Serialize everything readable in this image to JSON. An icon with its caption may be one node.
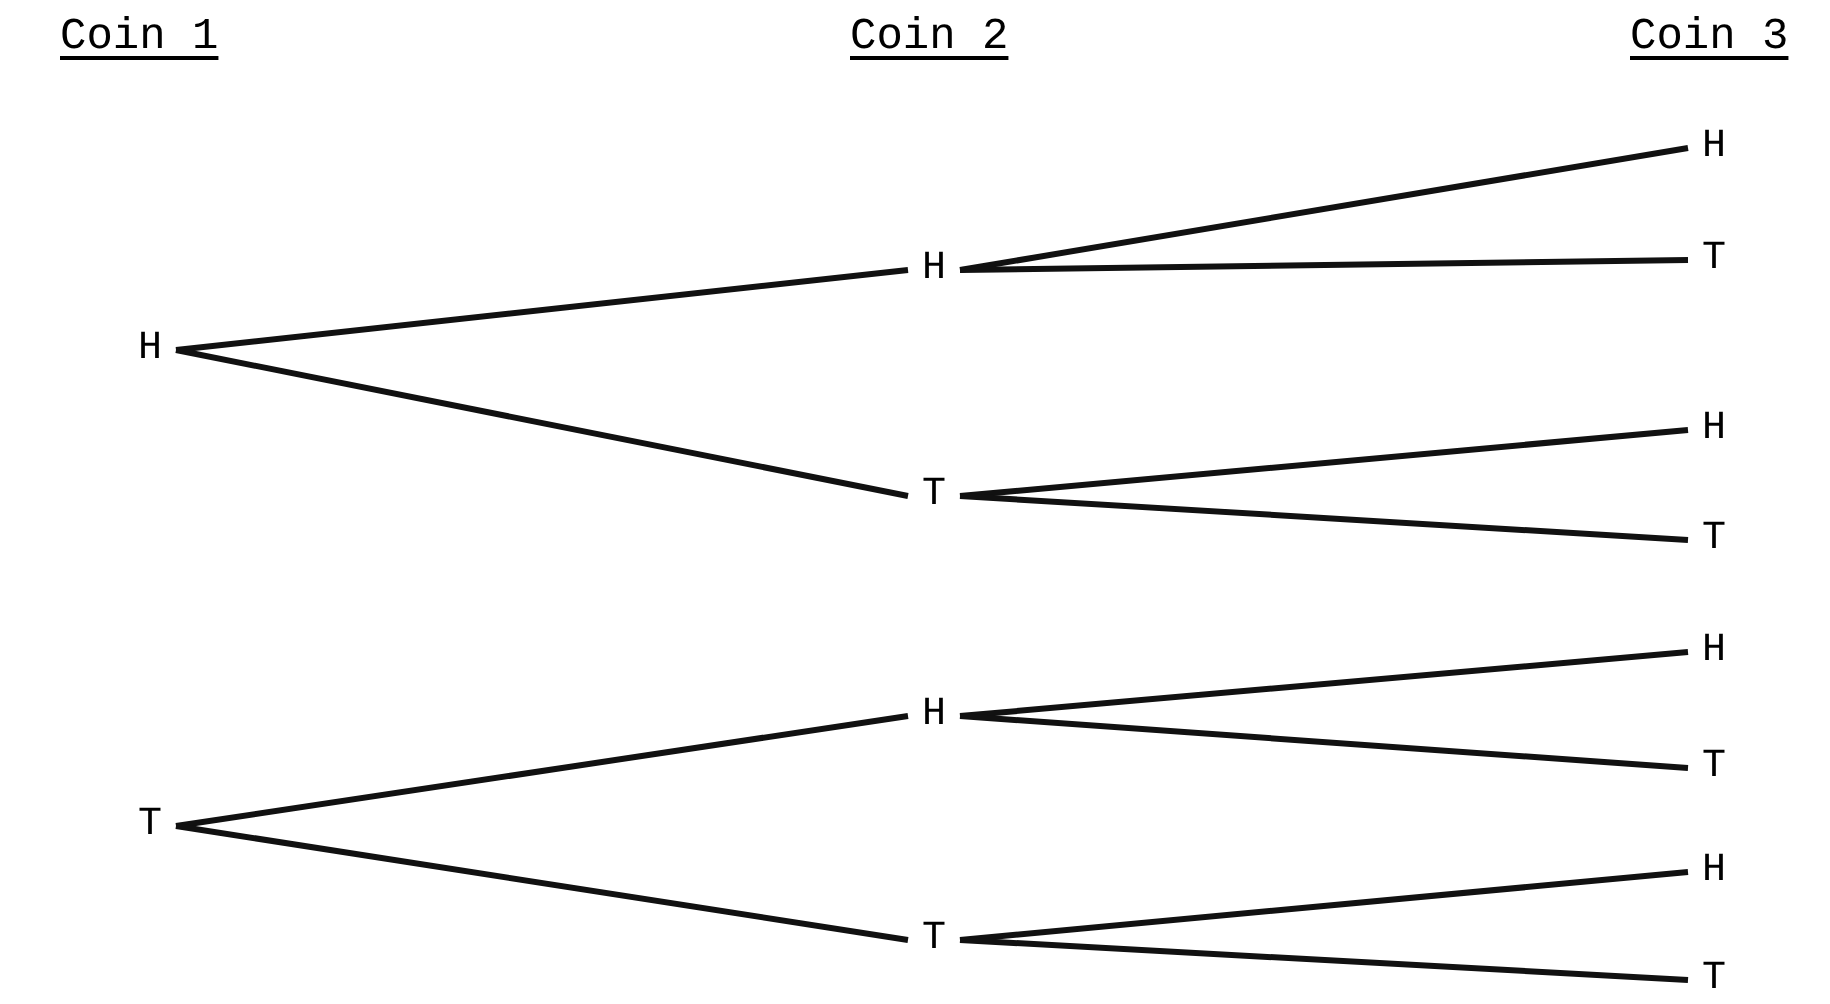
{
  "diagram": {
    "nodes": [
      {
        "text": [
          "H"
        ]
      },
      {
        "text": [
          "T"
        ]
      },
      {
        "text": [
          "H"
        ]
      },
      {
        "text": [
          "T"
        ]
      },
      {
        "text": [
          "H"
        ]
      },
      {
        "text": [
          "T"
        ]
      },
      {
        "text": [
          "H"
        ]
      },
      {
        "text": [
          "T"
        ]
      },
      {
        "text": [
          "H"
        ]
      },
      {
        "text": [
          "T"
        ]
      },
      {
        "text": [
          "H"
        ]
      },
      {
        "text": [
          "T"
        ]
      },
      {
        "text": [
          "H"
        ]
      },
      {
        "text": [
          "T"
        ]
      }
    ],
    "edges": [
      {
        "from": 0,
        "to": 2,
        "arrow": "none"
      },
      {
        "from": 0,
        "to": 3,
        "arrow": "none"
      },
      {
        "from": 1,
        "to": 4,
        "arrow": "none"
      },
      {
        "from": 1,
        "to": 5,
        "arrow": "none"
      },
      {
        "from": 2,
        "to": 6,
        "arrow": "none"
      },
      {
        "from": 2,
        "to": 7,
        "arrow": "none"
      },
      {
        "from": 3,
        "to": 8,
        "arrow": "none"
      },
      {
        "from": 3,
        "to": 9,
        "arrow": "none"
      },
      {
        "from": 4,
        "to": 10,
        "arrow": "none"
      },
      {
        "from": 4,
        "to": 11,
        "arrow": "none"
      },
      {
        "from": 5,
        "to": 12,
        "arrow": "none"
      },
      {
        "from": 5,
        "to": 13,
        "arrow": "none"
      }
    ],
    "labels": [
      "Coin 1",
      "Coin 2",
      "Coin 3"
    ]
  }
}
